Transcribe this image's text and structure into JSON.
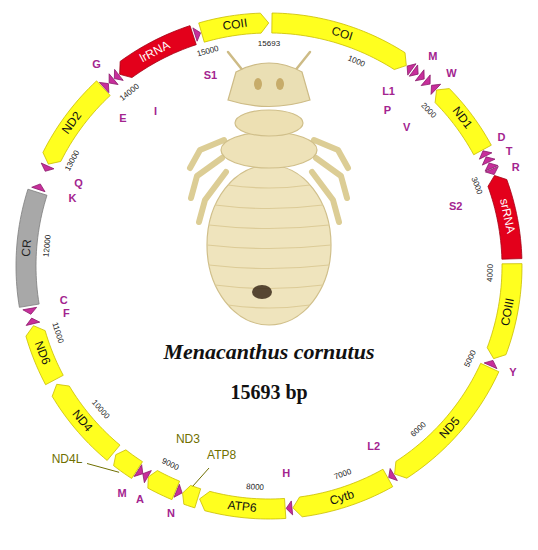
{
  "diagram": {
    "title": "Menacanthus cornutus",
    "nodes": [
      {
        "text": [
          "COI"
        ]
      },
      {
        "text": [
          "ND1"
        ]
      },
      {
        "text": [
          "srRNA"
        ]
      },
      {
        "text": [
          "COIII"
        ]
      },
      {
        "text": [
          "ND5"
        ]
      },
      {
        "text": [
          "Cytb"
        ]
      },
      {
        "text": [
          "ATP6"
        ]
      },
      {
        "text": [
          "ND4"
        ]
      },
      {
        "text": [
          "ND6"
        ]
      },
      {
        "text": [
          "CR"
        ]
      },
      {
        "text": [
          "ND2"
        ]
      },
      {
        "text": [
          "lrRNA"
        ]
      },
      {
        "text": [
          "COII"
        ]
      }
    ],
    "labels": [
      "15693",
      "1000",
      "2000",
      "3000",
      "4000",
      "5000",
      "6000",
      "7000",
      "8000",
      "9000",
      "10000",
      "11000",
      "12000",
      "13000",
      "14000",
      "15000",
      "L1",
      "P",
      "M",
      "W",
      "V",
      "D",
      "T",
      "R",
      "S2",
      "Y",
      "L2",
      "H",
      "ATP8",
      "N",
      "ND3",
      "A",
      "M",
      "ND4L",
      "F",
      "C",
      "K",
      "Q",
      "E",
      "G",
      "I",
      "S1",
      "15693 bp"
    ]
  }
}
